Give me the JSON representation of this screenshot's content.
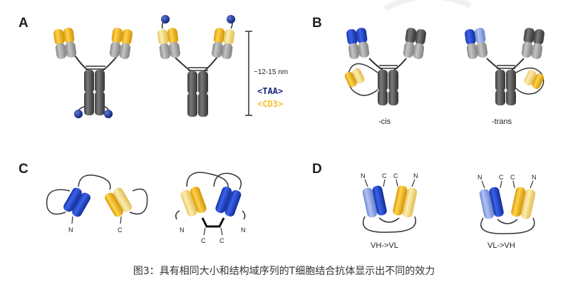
{
  "panels": {
    "a": {
      "letter": "A"
    },
    "b": {
      "letter": "B",
      "cis_label": "-cis",
      "trans_label": "-trans"
    },
    "c": {
      "letter": "C"
    },
    "d": {
      "letter": "D",
      "left_label": "VH->VL",
      "right_label": "VL->VH"
    }
  },
  "scale": {
    "size_label": "~12-15 nm"
  },
  "legend": {
    "taa": "<TAA>",
    "cd3": "<CD3>"
  },
  "termini": {
    "n": "N",
    "c": "C"
  },
  "colors": {
    "taa": "#1a237e",
    "cd3": "#f2c029",
    "blue": "#2146cc",
    "light_blue": "#8fa6e8",
    "yellow": "#f0b81c",
    "light_yellow": "#f8e08a",
    "dark_gray": "#555555",
    "light_gray": "#9a9a9a",
    "linker": "#333333",
    "antigen": "#1d3aa3"
  },
  "caption": "图3：具有相同大小和结构域序列的T细胞结合抗体显示出不同的效力"
}
